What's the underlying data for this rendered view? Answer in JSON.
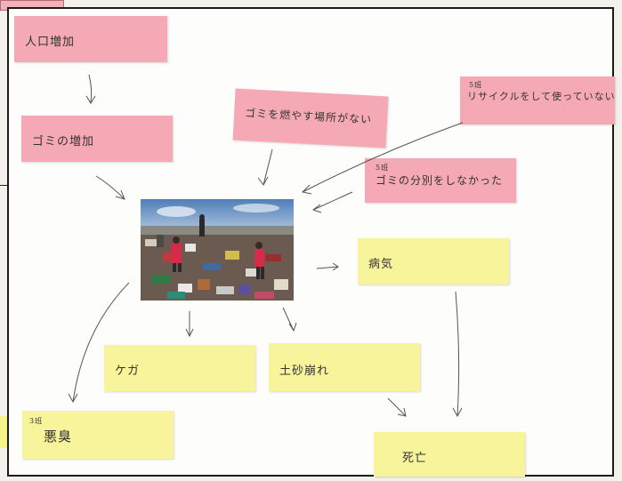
{
  "notes": {
    "population": "人口増加",
    "garbage_increase": "ゴミの増加",
    "no_burn_place": "ゴミを燃やす場所がない",
    "recycle": {
      "tag": "5班",
      "text": "リサイクルをして使っていない"
    },
    "sorting": {
      "tag": "5班",
      "text": "ゴミの分別をしなかった"
    },
    "illness": "病気",
    "injury": "ケガ",
    "landslide": "土砂崩れ",
    "bad_smell": {
      "tag": "3班",
      "text": "悪臭"
    },
    "death": "死亡"
  },
  "colors": {
    "pink_note": "#f4a9b4",
    "yellow_note": "#f8f49c",
    "pen": "#555555"
  }
}
